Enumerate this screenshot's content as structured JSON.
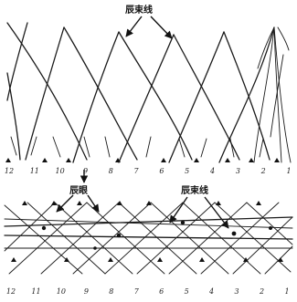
{
  "labels": {
    "top_label": "辰束线",
    "mid_left_label": "辰眼",
    "mid_right_label": "辰束线"
  },
  "upper_numbers": [
    "12",
    "11",
    "10",
    "9",
    "8",
    "7",
    "6",
    "5",
    "4",
    "3",
    "2",
    "1"
  ],
  "lower_numbers": [
    "12",
    "11",
    "10",
    "9",
    "8",
    "7",
    "6",
    "5",
    "4",
    "3",
    "2",
    "1"
  ],
  "colors": {
    "ink": "#1a1a1a",
    "paper": "#ffffff"
  }
}
